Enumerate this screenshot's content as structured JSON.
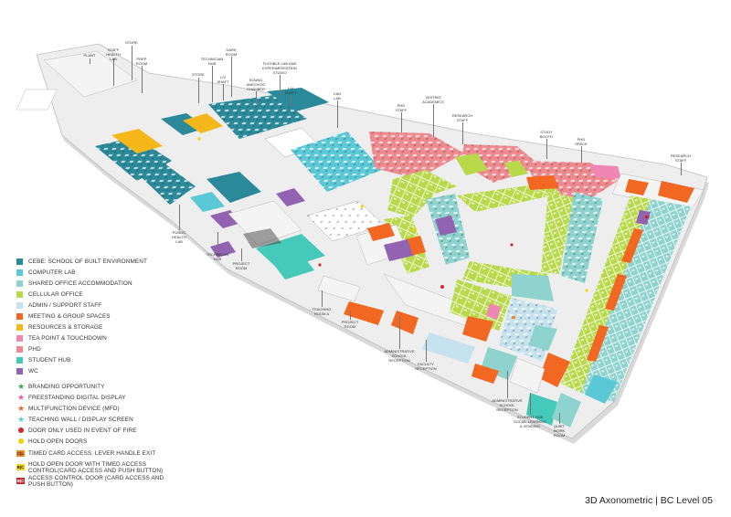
{
  "title": "3D Axonometric | BC Level 05",
  "colors": {
    "cebe": "#2b8a9a",
    "computer_lab": "#5bc8d6",
    "shared_office": "#8fd3cf",
    "cellular_office": "#b7d94a",
    "admin": "#c5e2ee",
    "meeting": "#f26722",
    "resources": "#f5b719",
    "tea_point": "#ef86b3",
    "phd": "#ee8a8f",
    "student_hub": "#45c9b8",
    "wc": "#9163b1",
    "circulation": "#e6e6e6"
  },
  "legend": {
    "zones": [
      {
        "label": "CEBE: SCHOOL OF BUILT ENVIRONMENT",
        "color": "#2b8a9a"
      },
      {
        "label": "COMPUTER LAB",
        "color": "#5bc8d6"
      },
      {
        "label": "SHARED OFFICE ACCOMMODATION",
        "color": "#8fd3cf"
      },
      {
        "label": "CELLULAR OFFICE",
        "color": "#b7d94a"
      },
      {
        "label": "ADMIN / SUPPORT STAFF",
        "color": "#c5e2ee"
      },
      {
        "label": "MEETING & GROUP SPACES",
        "color": "#f26722"
      },
      {
        "label": "RESOURCES & STORAGE",
        "color": "#f5b719"
      },
      {
        "label": "TEA POINT & TOUCHDOWN",
        "color": "#ef86b3"
      },
      {
        "label": "PHD",
        "color": "#ee8a8f"
      },
      {
        "label": "STUDENT HUB",
        "color": "#45c9b8"
      },
      {
        "label": "WC",
        "color": "#9163b1"
      }
    ],
    "symbols": [
      {
        "label": "BRANDING OPPORTUNITY",
        "color": "#3aa64a",
        "icon": "star-icon"
      },
      {
        "label": "FREESTANDING DIGITAL DISPLAY",
        "color": "#e25aa6",
        "icon": "star-icon"
      },
      {
        "label": "MULTIFUNCTION DEVICE (MFD)",
        "color": "#e8682a",
        "icon": "star-icon"
      },
      {
        "label": "TEACHING WALL / DISPLAY SCREEN",
        "color": "#5fc6d8",
        "icon": "star-icon"
      }
    ],
    "dots": [
      {
        "label": "DOOR ONLY USED IN EVENT OF FIRE",
        "color": "#d7262a"
      },
      {
        "label": "HOLD OPEN DOORS",
        "color": "#f6d20a"
      }
    ],
    "tags": [
      {
        "label": "TIMED CARD ACCESS. LEVER HANDLE EXIT",
        "code": "C|L",
        "color": "#f08a2c"
      },
      {
        "label": "HOLD OPEN DOOR WITH TIMED ACCESS CONTROL(CARD ACCESS AND PUSH BUTTON)",
        "code": "B|C",
        "color": "#f4d31f"
      },
      {
        "label": "ACCESS CONTROL DOOR (CARD ACCESS AND PUSH BUTTON)",
        "code": "B|C",
        "color": "#c0262e"
      }
    ]
  },
  "callouts": [
    {
      "text": "PLANT"
    },
    {
      "text": "STAFF\nHEALTH\nLAB"
    },
    {
      "text": "STORE"
    },
    {
      "text": "PREP\nROOM"
    },
    {
      "text": "STORE"
    },
    {
      "text": "TECHNICIAN\nHUB"
    },
    {
      "text": "DARK\nROOM"
    },
    {
      "text": "L/V\nSHAFT"
    },
    {
      "text": "SOUND\nANECHOIC\nCHAMBER"
    },
    {
      "text": "FLEXIBLE LAB AND\nEXPERIMENTATION\nSTUDIO"
    },
    {
      "text": "L/V\nSHAFT"
    },
    {
      "text": "CAD\nLAB"
    },
    {
      "text": "PHD\nSTAFF"
    },
    {
      "text": "VISITING\nACADEMICS"
    },
    {
      "text": "RESEARCH\nSTAFF"
    },
    {
      "text": "STUDY\nBOOTH"
    },
    {
      "text": "PHD\nSPACE"
    },
    {
      "text": "RESEARCH\nSTAFF"
    },
    {
      "text": "PUBLIC\nHEALTH\nLAB"
    },
    {
      "text": "TECHNICIAN\nHUB"
    },
    {
      "text": "PROJECT\nROOM"
    },
    {
      "text": "TEACHING\nROOM A"
    },
    {
      "text": "PROJECT\nROOM"
    },
    {
      "text": "ADMINISTRATIVE\nSCHOOL\nRECEPTION"
    },
    {
      "text": "FACULTY\nRECEPTION"
    },
    {
      "text": "ADMINISTRATIVE\nSCHOOL\nRECEPTION"
    },
    {
      "text": "STUDENT HUB\nSOCIAL LEARNING\n& VENDING"
    },
    {
      "text": "QUIET\nWORK\nROOM"
    }
  ]
}
